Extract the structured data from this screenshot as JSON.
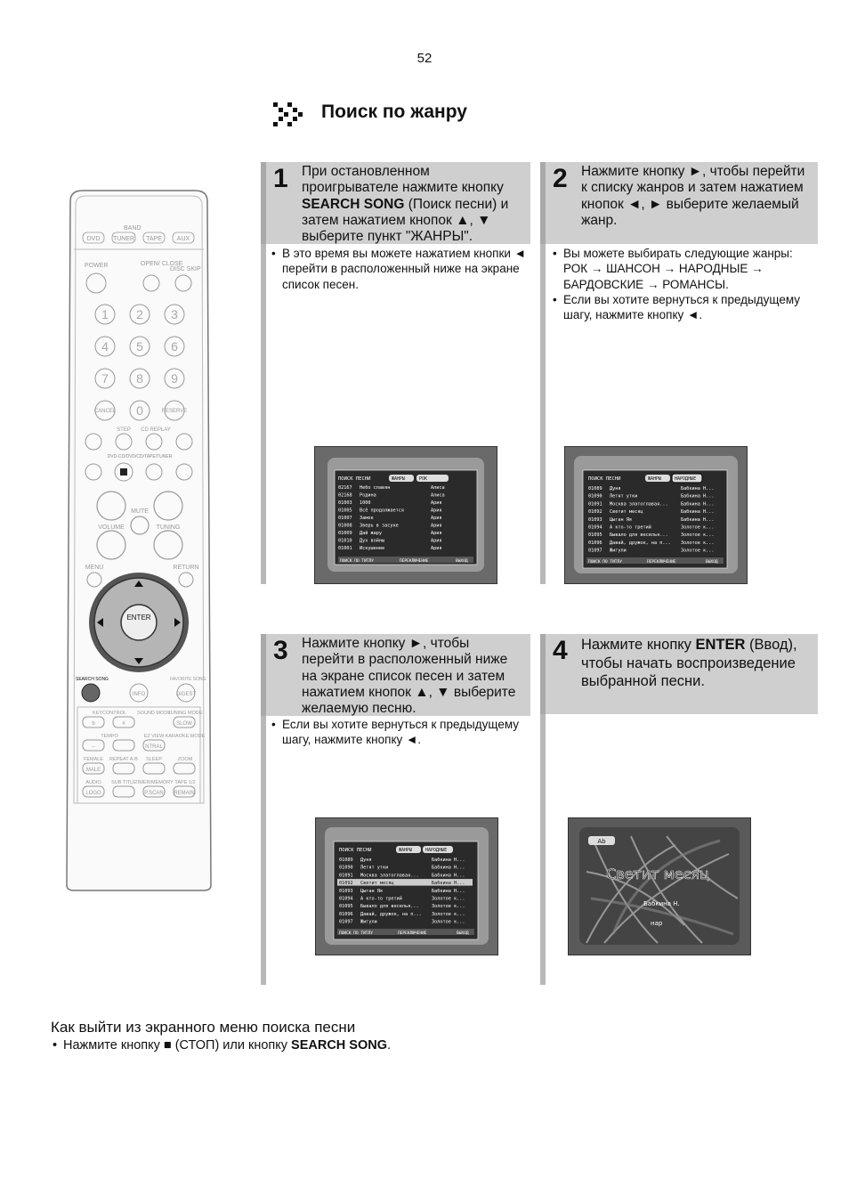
{
  "page_number": "52",
  "section_title": "Поиск по жанру",
  "remote": {
    "band": "BAND",
    "modes": [
      "DVD",
      "TUNER",
      "TAPE",
      "AUX"
    ],
    "power": "POWER",
    "open_close": "OPEN/ CLOSE",
    "disc_skip": "DISC SKIP",
    "digits": [
      "1",
      "2",
      "3",
      "4",
      "5",
      "6",
      "7",
      "8",
      "9"
    ],
    "cancel": "CANCEL",
    "zero": "0",
    "reserve": "RESERVE",
    "step": "STEP",
    "cd_replay": "CD REPLAY",
    "source_line": "DVD-CD/DVD/CD/TAPE/TUNER",
    "mute": "MUTE",
    "volume": "VOLUME",
    "tuning": "TUNING",
    "menu": "MENU",
    "return": "RETURN",
    "enter": "ENTER",
    "search_song": "SEARCH SONG",
    "favorite_song": "FAVORITE SONG",
    "info": "INFO",
    "digest": "DIGEST",
    "key_control": "KEYCONTROL",
    "sound_mode": "SOUND MODE",
    "tuning_mode": "TUNING MODE",
    "flat": "b",
    "sharp": "#",
    "slow": "SLOW",
    "tempo": "TEMPO",
    "ez_view": "EZ VIEW",
    "karaoke": "KARAOKE MODE",
    "minus": "–",
    "natural": "NTRAL",
    "female": "FEMALE",
    "repeat_ab": "REPEAT A-B",
    "sleep": "SLEEP",
    "zoom": "ZOOM",
    "male": "MALE",
    "audio": "AUDIO",
    "sub_title": "SUB TITLE",
    "timer_memory": "TIMER/MEMORY",
    "tape12": "TAPE 1/2",
    "logo": "LOGO",
    "p_scan": "P.SCAN",
    "remain": "REMAIN"
  },
  "steps": [
    {
      "number": "1",
      "text_a": "При остановленном проигрывателе нажмите кнопку ",
      "bold": "SEARCH SONG",
      "text_b": " (Поиск песни) и затем нажатием кнопок ▲, ▼ выберите пункт \"ЖАНРЫ\".",
      "bullets": [
        "В это время вы можете нажатием кнопки ◄ перейти в расположенный ниже на экране список песен."
      ]
    },
    {
      "number": "2",
      "text": "Нажмите кнопку ►, чтобы перейти к списку жанров и затем нажатием кнопок ◄, ► выберите желаемый жанр.",
      "bullets": [
        "Вы можете выбирать следующие жанры: РОК → ШАНСОН → НАРОДНЫЕ → БАРДОВСКИЕ → РОМАНСЫ.",
        "Если вы хотите вернуться к предыдущему шагу, нажмите кнопку ◄."
      ]
    },
    {
      "number": "3",
      "text": "Нажмите кнопку ►, чтобы перейти в расположенный ниже на экране список песен и затем нажатием кнопок ▲, ▼ выберите желаемую песню.",
      "bullets": [
        "Если вы хотите вернуться к предыдущему шагу, нажмите кнопку ◄."
      ]
    },
    {
      "number": "4",
      "text_a": "Нажмите кнопку ",
      "bold": "ENTER",
      "text_b": " (Ввод), чтобы начать воспроизведение выбранной песни.",
      "bullets": []
    }
  ],
  "screens": {
    "header_label": "ПОИСК ПЕСНИ",
    "tab_genres": "ЖАНРЫ",
    "s1": {
      "genre": "РОК",
      "rows": [
        [
          "02167",
          "Небо славян",
          "Алиса"
        ],
        [
          "02168",
          "Родина",
          "Алиса"
        ],
        [
          "01003",
          "1000",
          "Ария"
        ],
        [
          "01005",
          "Всё продолжается",
          "Ария"
        ],
        [
          "01007",
          "Замок",
          "Ария"
        ],
        [
          "01008",
          "Зверь в засуке",
          "Ария"
        ],
        [
          "01009",
          "Дай жару",
          "Ария"
        ],
        [
          "01010",
          "Дух войны",
          "Ария"
        ],
        [
          "01001",
          "Искушение",
          "Ария"
        ]
      ]
    },
    "s2": {
      "genre": "НАРОДНЫЕ",
      "rows": [
        [
          "01089",
          "Дуня",
          "Бабкина Н..."
        ],
        [
          "01090",
          "Летят утки",
          "Бабкина Н..."
        ],
        [
          "01091",
          "Москва златоглавая...",
          "Бабкина Н..."
        ],
        [
          "01092",
          "Светит месяц",
          "Бабкина Н..."
        ],
        [
          "01093",
          "Цыган Яя",
          "Бабкина Н..."
        ],
        [
          "01094",
          "А кто-то третий",
          "Золотое к..."
        ],
        [
          "01095",
          "Бывало для веселья...",
          "Золотое к..."
        ],
        [
          "01096",
          "Давай, дружок, на п...",
          "Золотое к..."
        ],
        [
          "01097",
          "Жигули",
          "Золотое к..."
        ]
      ]
    },
    "s3": {
      "genre": "НАРОДНЫЕ",
      "rows": [
        [
          "01089",
          "Дуня",
          "Бабкина Н..."
        ],
        [
          "01090",
          "Летят утки",
          "Бабкина Н..."
        ],
        [
          "01091",
          "Москва златоглавая...",
          "Бабкина Н..."
        ],
        [
          "01092",
          "Светит месяц",
          "Бабкина Н..."
        ],
        [
          "01093",
          "Цыган Яя",
          "Бабкина Н..."
        ],
        [
          "01094",
          "А кто-то третий",
          "Золотое к..."
        ],
        [
          "01095",
          "Бывало для веселья...",
          "Золотое к..."
        ],
        [
          "01096",
          "Давай, дружок, на п...",
          "Золотое к..."
        ],
        [
          "01097",
          "Жигули",
          "Золотое к..."
        ]
      ]
    },
    "s4": {
      "badge": "Ab",
      "song": "Светит месяц",
      "artist": "Бабкина Н.",
      "genre": "нар"
    },
    "footer_a": "ПОИСК ПО ТИТЛУ",
    "footer_b": "ПЕРЕКЛЮЧЕНИЕ",
    "footer_c": "ВЫХОД"
  },
  "exit": {
    "title": "Как выйти из экранного меню поиска песни",
    "text_a": "Нажмите кнопку ■ (СТОП) или кнопку ",
    "bold": "SEARCH SONG",
    "text_b": "."
  }
}
